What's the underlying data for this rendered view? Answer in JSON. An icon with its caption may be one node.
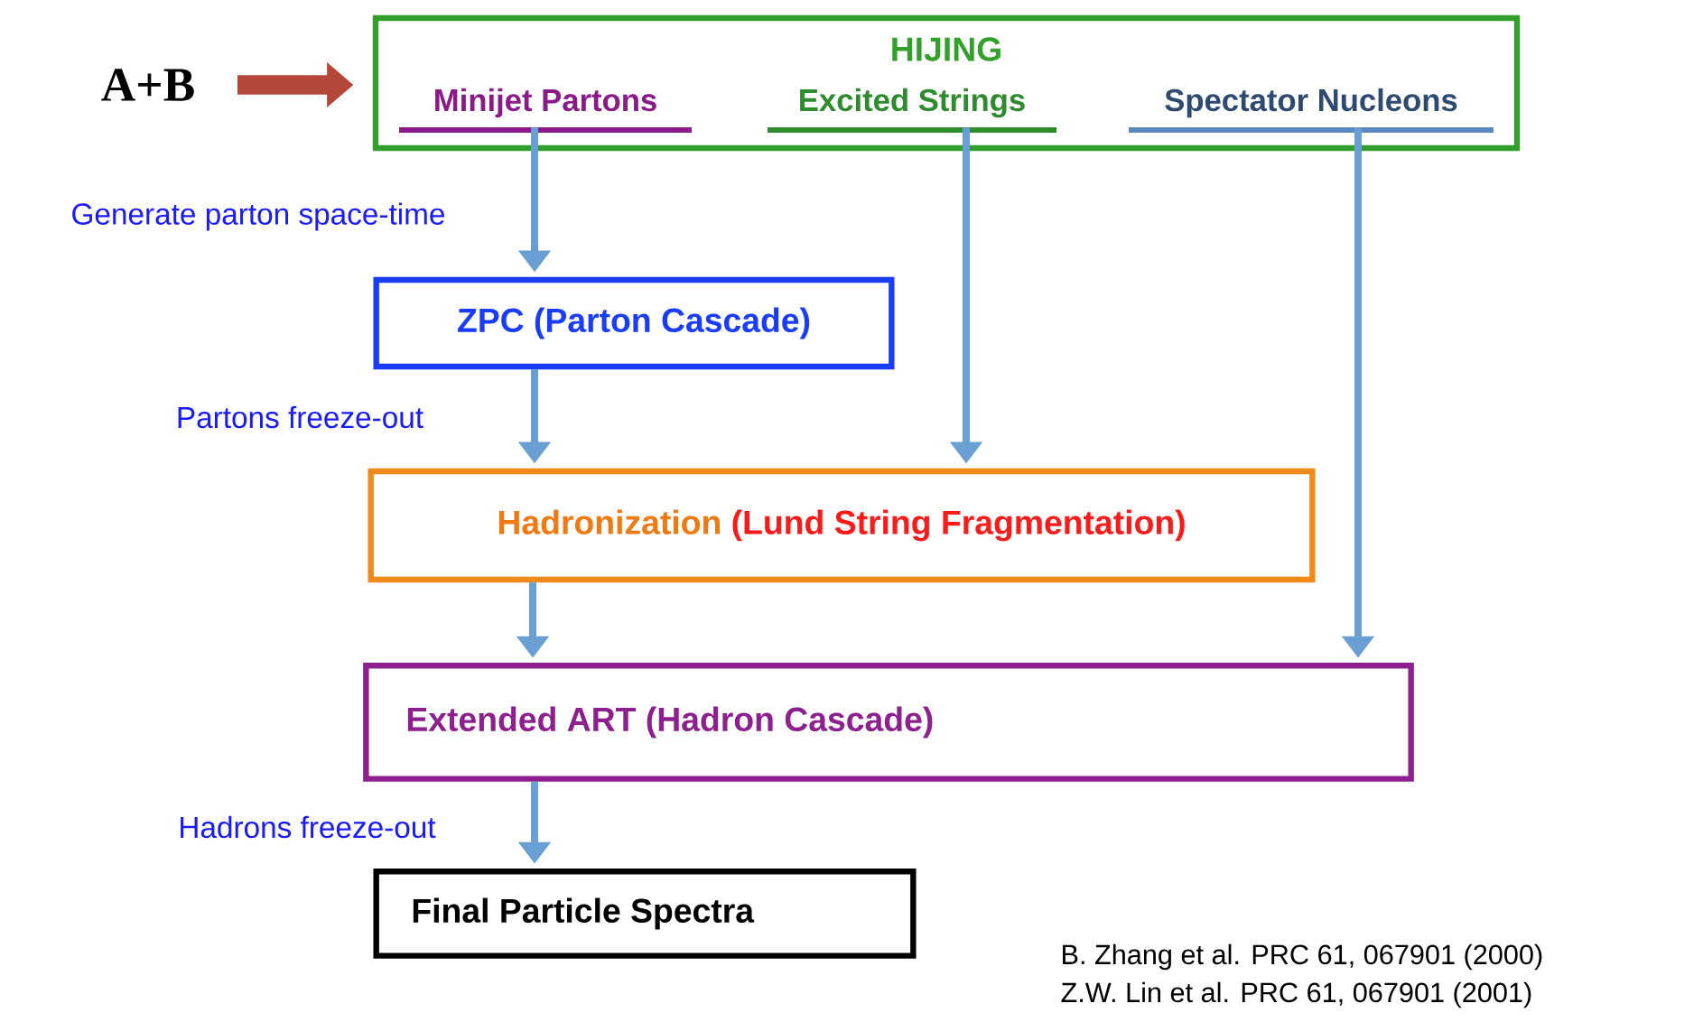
{
  "diagram": {
    "nodes": [
      {
        "text": [
          "A+B"
        ]
      },
      {
        "text": [
          "HIJING"
        ]
      },
      {
        "text": [
          "Minijet Partons"
        ],
        "in": 1
      },
      {
        "text": [
          "Excited Strings"
        ],
        "in": 1
      },
      {
        "text": [
          "Spectator Nucleons"
        ],
        "in": 1
      },
      {
        "text": [
          "ZPC (Parton Cascade)"
        ]
      },
      {
        "text": [
          "Hadronization",
          "(Lund String Fragmentation)"
        ]
      },
      {
        "text": [
          "Extended ART (Hadron Cascade)"
        ]
      },
      {
        "text": [
          "Final Particle Spectra"
        ]
      }
    ],
    "edges": [
      {
        "from": 0,
        "to": 1,
        "arrow": "to",
        "style": "thick",
        "color": "#b5473a"
      },
      {
        "from": 2,
        "to": 5,
        "arrow": "to",
        "label": "Generate parton space-time"
      },
      {
        "from": 5,
        "to": 6,
        "arrow": "to",
        "label": "Partons freeze-out"
      },
      {
        "from": 3,
        "to": 6,
        "arrow": "to"
      },
      {
        "from": 6,
        "to": 7,
        "arrow": "to"
      },
      {
        "from": 4,
        "to": 7,
        "arrow": "to"
      },
      {
        "from": 7,
        "to": 8,
        "arrow": "to",
        "label": "Hadrons freeze-out"
      }
    ],
    "labels": [
      "B. Zhang et al. PRC 61, 067901 (2000)",
      "Z.W. Lin et al. PRC 61, 067901 (2001)"
    ]
  }
}
